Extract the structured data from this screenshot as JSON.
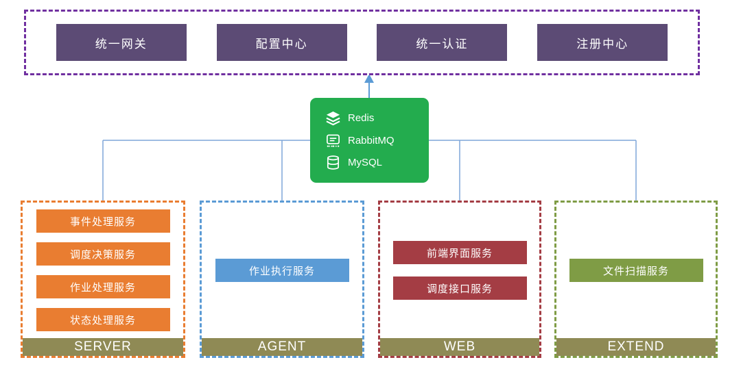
{
  "top_panel": {
    "items": [
      {
        "id": "gateway",
        "label": "统一网关"
      },
      {
        "id": "config-center",
        "label": "配置中心"
      },
      {
        "id": "auth",
        "label": "统一认证"
      },
      {
        "id": "registry",
        "label": "注册中心"
      }
    ]
  },
  "middleware": {
    "items": [
      {
        "id": "redis",
        "label": "Redis"
      },
      {
        "id": "rabbitmq",
        "label": "RabbitMQ"
      },
      {
        "id": "mysql",
        "label": "MySQL"
      }
    ]
  },
  "groups": [
    {
      "id": "server",
      "label": "SERVER",
      "services": [
        "事件处理服务",
        "调度决策服务",
        "作业处理服务",
        "状态处理服务"
      ]
    },
    {
      "id": "agent",
      "label": "AGENT",
      "services": [
        "作业执行服务"
      ]
    },
    {
      "id": "web",
      "label": "WEB",
      "services": [
        "前端界面服务",
        "调度接口服务"
      ]
    },
    {
      "id": "extend",
      "label": "EXTEND",
      "services": [
        "文件扫描服务"
      ]
    }
  ],
  "colors": {
    "purple_fill": "#5C4B75",
    "purple_border": "#7030A0",
    "green_fill": "#23AC4E",
    "orange": "#E97D31",
    "blue": "#5B9BD5",
    "dark_red": "#A43D44",
    "olive": "#7F9C45",
    "khaki_bar": "#8F8A55",
    "connector_line": "#7EA6D9"
  }
}
